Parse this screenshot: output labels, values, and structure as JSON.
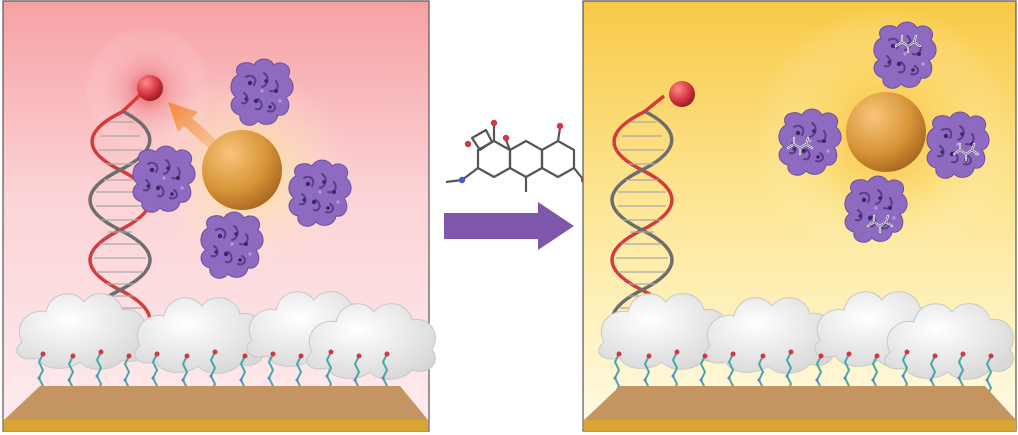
{
  "figure": {
    "left_panel": {
      "state": "before",
      "background_top": "#f7a1a4",
      "background_bottom": "#fdecee",
      "glow_color": "#f59090",
      "reporter_bead_color": "#c8303a",
      "gold_nanoparticle_color": "#d9963a",
      "protein_count": 4,
      "protein_color": "#8e6bc0",
      "energy_transfer_arrow_color": "#f4a04a"
    },
    "transition": {
      "arrow_color": "#7e57aa",
      "small_molecule": "drug"
    },
    "right_panel": {
      "state": "after",
      "background_top": "#f8c945",
      "background_bottom": "#fffbe6",
      "glow_color": "#fbd25a",
      "protein_count": 4,
      "bound_ligand_color": "#ffffff"
    },
    "common": {
      "dna_strand_color": "#d43c3c",
      "dna_backbone_color": "#6e6e6e",
      "surface_layer_color": "#e8e8e8",
      "substrate_color": "#c49560",
      "substrate_edge_color": "#d8a532",
      "linker_color": "#4aa8a8"
    }
  }
}
